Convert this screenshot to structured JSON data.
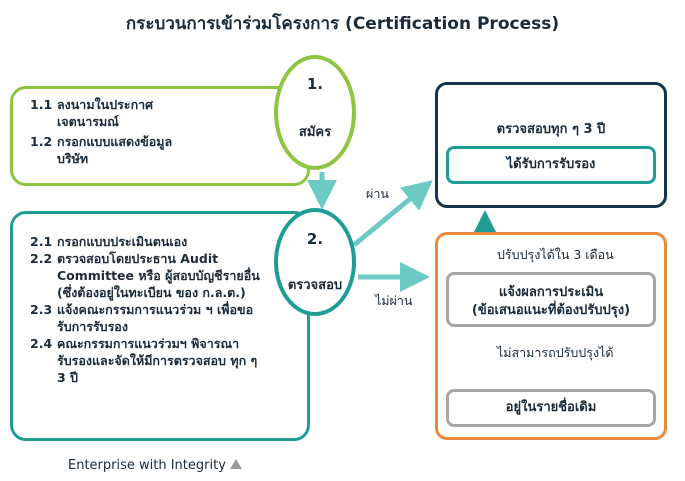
{
  "title": "กระบวนการเข้าร่วมโครงการ (Certification Process)",
  "step1": {
    "number": "1.",
    "label": "สมัคร",
    "items": [
      {
        "num": "1.1",
        "text": "ลงนามในประกาศ เจตนารมณ์"
      },
      {
        "num": "1.2",
        "text": "กรอกแบบแสดงข้อมูล บริษัท"
      }
    ]
  },
  "step2": {
    "number": "2.",
    "label": "ตรวจสอบ",
    "items": [
      {
        "num": "2.1",
        "text": "กรอกแบบประเมินตนเอง"
      },
      {
        "num": "2.2",
        "text": "ตรวจสอบโดยประธาน Audit Committee หรือ ผู้สอบบัญชีรายอื่น (ซึ่งต้องอยู่ในทะเบียน ของ ก.ล.ต.)"
      },
      {
        "num": "2.3",
        "text": "แจ้งคณะกรรมการแนวร่วม ฯ เพื่อขอ รับการรับรอง"
      },
      {
        "num": "2.4",
        "text": "คณะกรรมการแนวร่วมฯ พิจารณา รับรองและจัดให้มีการตรวจสอบ ทุก ๆ 3 ปี"
      }
    ]
  },
  "pass_label": "ผ่าน",
  "fail_label": "ไม่ผ่าน",
  "certified": {
    "header": "ตรวจสอบทุก ๆ 3 ปี",
    "box": "ได้รับการรับรอง"
  },
  "not_passed": {
    "improve_label": "ปรับปรุงได้ใน 3 เดือน",
    "result_line1": "แจ้งผลการประเมิน",
    "result_line2": "(ข้อเสนอแนะที่ต้องปรับปรุง)",
    "cannot_label": "ไม่สามารถปรับปรุงได้",
    "remain_box": "อยู่ในรายชื่อเดิม"
  },
  "footer": "Enterprise with Integrity",
  "colors": {
    "green": "#8dc63f",
    "teal": "#1f9c94",
    "arrow": "#6cc9c4",
    "navy": "#17324b",
    "orange": "#e88a3a",
    "grey": "#a6a6a6"
  }
}
